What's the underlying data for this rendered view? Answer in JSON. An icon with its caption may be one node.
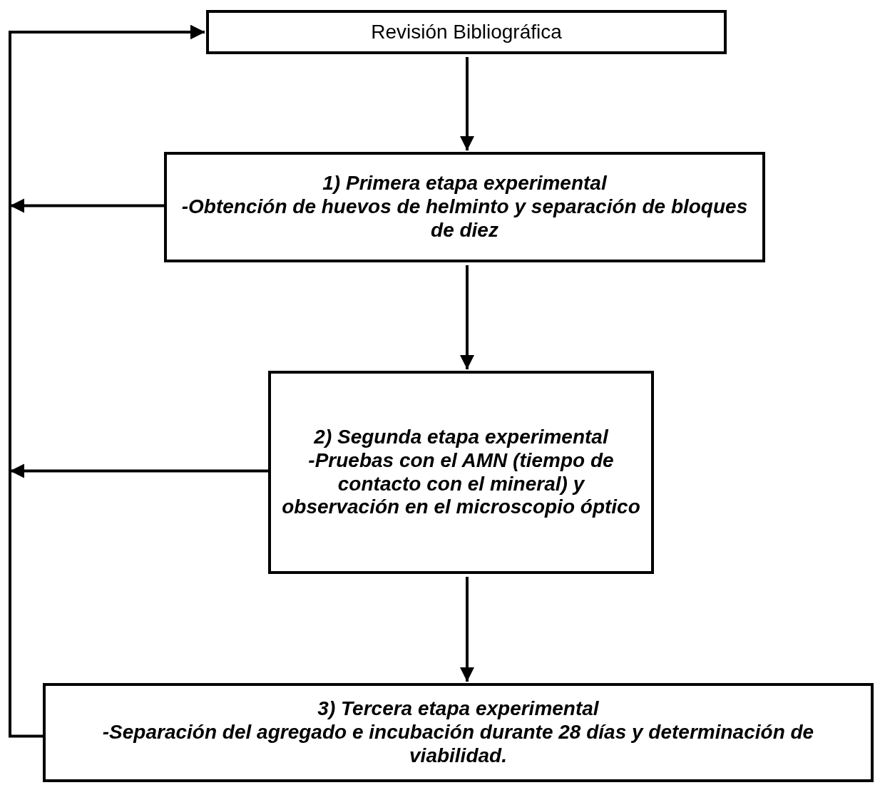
{
  "diagram": {
    "nodes": [
      {
        "text": [
          "Revisión Bibliográfica"
        ]
      },
      {
        "text": [
          "1) Primera etapa experimental",
          "-Obtención de huevos de helminto y separación de bloques de diez"
        ]
      },
      {
        "text": [
          "2) Segunda etapa experimental",
          "-Pruebas con el AMN (tiempo de contacto con el mineral) y observación en el microscopio óptico"
        ]
      },
      {
        "text": [
          "3) Tercera etapa experimental",
          "-Separación del agregado e incubación durante 28 días y determinación de viabilidad."
        ]
      }
    ],
    "edges": [
      {
        "from": 0,
        "to": 1,
        "arrow": "to"
      },
      {
        "from": 1,
        "to": 2,
        "arrow": "to"
      },
      {
        "from": 2,
        "to": 3,
        "arrow": "to"
      },
      {
        "from": 1,
        "to": 0,
        "arrow": "to"
      },
      {
        "from": 2,
        "to": 0,
        "arrow": "to"
      },
      {
        "from": 3,
        "to": 0,
        "arrow": "to"
      }
    ]
  }
}
